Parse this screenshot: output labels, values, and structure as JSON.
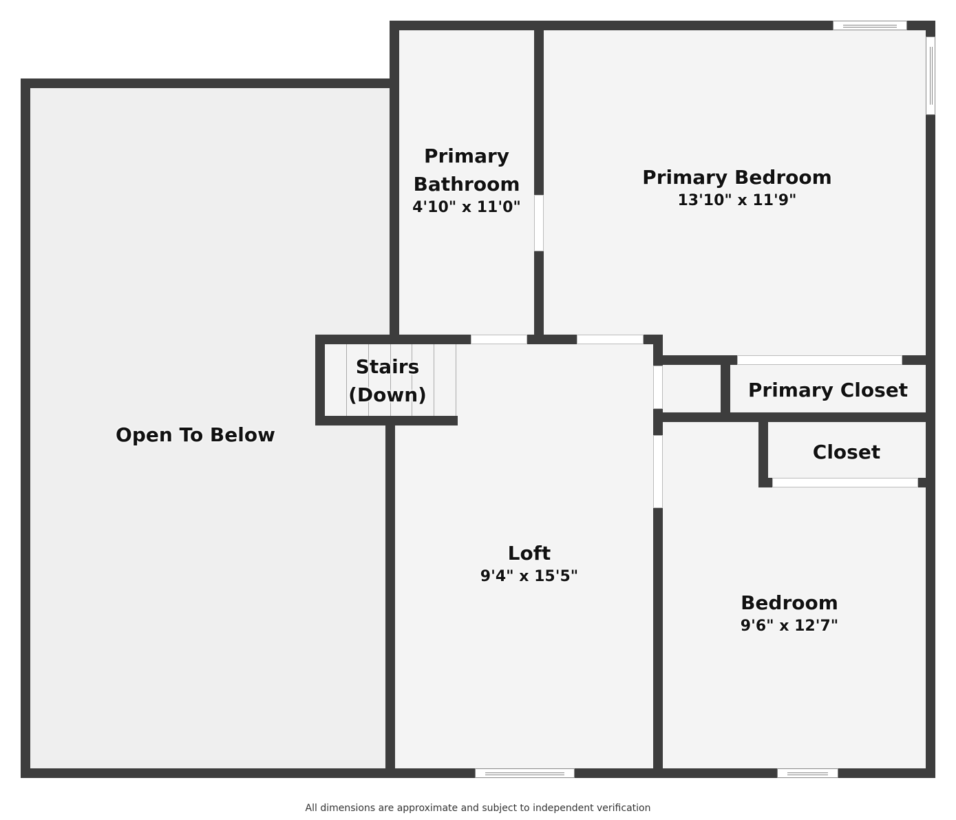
{
  "rooms": {
    "primary_bathroom": {
      "name_line1": "Primary",
      "name_line2": "Bathroom",
      "dims": "4'10\" x 11'0\""
    },
    "primary_bedroom": {
      "name": "Primary Bedroom",
      "dims": "13'10\" x 11'9\""
    },
    "stairs": {
      "name_line1": "Stairs",
      "name_line2": "(Down)"
    },
    "open_to_below": {
      "name": "Open To Below"
    },
    "primary_closet": {
      "name": "Primary Closet"
    },
    "closet": {
      "name": "Closet"
    },
    "loft": {
      "name": "Loft",
      "dims": "9'4\" x 15'5\""
    },
    "bedroom": {
      "name": "Bedroom",
      "dims": "9'6\" x 12'7\""
    }
  },
  "footer": "All dimensions are approximate and subject to independent verification",
  "colors": {
    "wall": "#3d3d3d",
    "floor": "#f4f4f4",
    "open_to_below": "#efefef"
  }
}
